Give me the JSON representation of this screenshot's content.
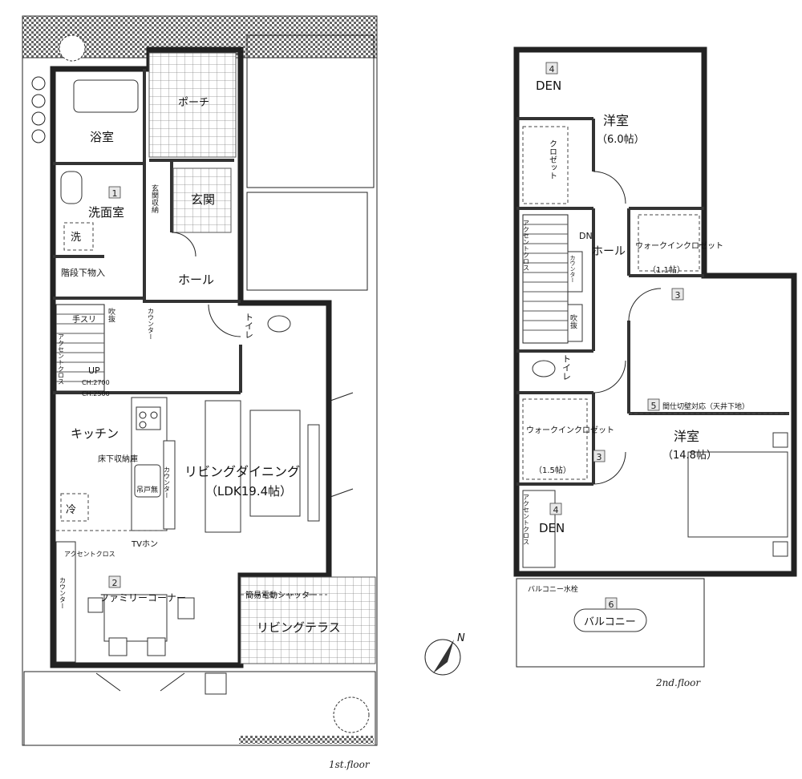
{
  "floor_labels": {
    "first": "1st.floor",
    "second": "2nd.floor"
  },
  "compass": {
    "north": "N"
  },
  "first_floor": {
    "bath": "浴室",
    "porch": "ポーチ",
    "washroom": "洗面室",
    "washroom_num": "1",
    "washer": "洗",
    "entrance": "玄関",
    "entrance_storage": "玄関収納",
    "hall": "ホール",
    "under_stairs": "階段下物入",
    "handrail": "手スリ",
    "atrium": "吹抜",
    "counter": "カウンター",
    "toilet": "トイレ",
    "accent_cloth": "アクセントクロス",
    "up": "UP",
    "ch2700": "CH:2700",
    "ch2500": "CH:2500",
    "kitchen": "キッチン",
    "floor_storage": "床下収納庫",
    "no_cabinet": "吊戸無",
    "fridge": "冷",
    "living": "リビングダイニング",
    "ldk": "（LDK19.4帖）",
    "tv": "TVホン",
    "family_num": "2",
    "family": "ファミリーコーナー",
    "shutter": "簡易電動シャッター",
    "terrace": "リビングテラス"
  },
  "second_floor": {
    "den_num": "4",
    "den": "DEN",
    "western1": "洋室",
    "western1_size": "（6.0帖）",
    "closet": "クロゼット",
    "dn": "DN",
    "hall": "ホール",
    "walkin1": "ウォークインクロゼット",
    "walkin1_size": "（1.1帖）",
    "num3": "3",
    "accent_cloth": "アクセントクロス",
    "counter": "カウンター",
    "atrium": "吹抜",
    "toilet": "トイレ",
    "partition_num": "5",
    "partition": "間仕切壁対応（天井下地）",
    "western2": "洋室",
    "western2_size": "（14.8帖）",
    "walkin2": "ウォークインクロゼット",
    "walkin2_size": "（1.5帖）",
    "balcony_faucet": "バルコニー水栓",
    "balcony_num": "6",
    "balcony": "バルコニー"
  }
}
